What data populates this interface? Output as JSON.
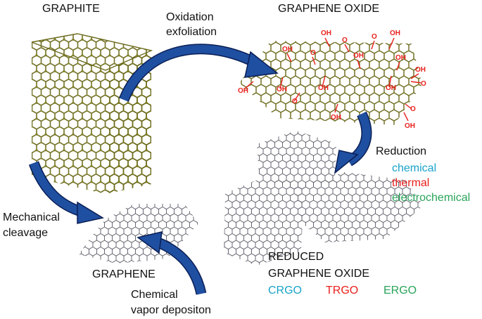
{
  "labels": {
    "graphite": "GRAPHITE",
    "graphene_oxide": "GRAPHENE OXIDE",
    "oxidation_line1": "Oxidation",
    "oxidation_line2": "exfoliation",
    "reduction": "Reduction",
    "reduction_methods": [
      "chemical",
      "thermal",
      "electrochemical"
    ],
    "mechanical_line1": "Mechanical",
    "mechanical_line2": "cleavage",
    "graphene": "GRAPHENE",
    "cvd_line1": "Chemical",
    "cvd_line2": "vapor depositon",
    "rgo_line1": "REDUCED",
    "rgo_line2": "GRAPHENE OXIDE",
    "rgo_types": [
      "CRGO",
      "TRGO",
      "ERGO"
    ],
    "oh_group": "OH",
    "o_atom": "O"
  },
  "colors": {
    "graphite": "#6b6a1c",
    "graphene": "#5a5a66",
    "oxygen_groups": "#e8201c",
    "arrow_fill": "#1f4fa0",
    "arrow_stroke": "#0a1e55",
    "chemical": "#1aa3c9",
    "thermal": "#e8201c",
    "electrochemical": "#2aa45a"
  }
}
